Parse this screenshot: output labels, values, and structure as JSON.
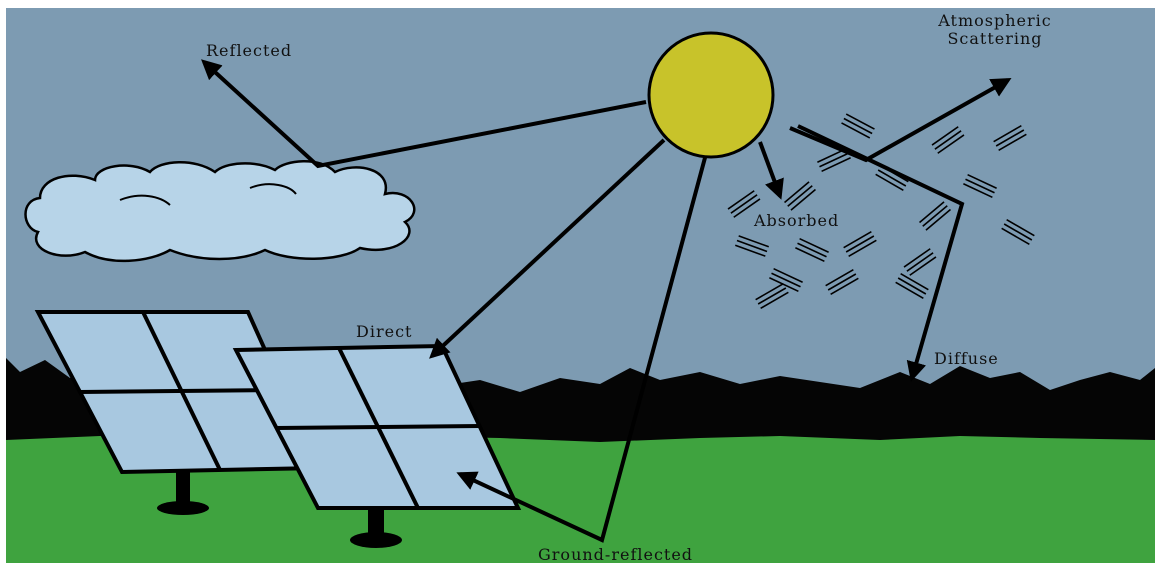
{
  "labels": {
    "reflected": "Reflected",
    "atmospheric_line1": "Atmospheric",
    "atmospheric_line2": "Scattering",
    "absorbed": "Absorbed",
    "direct": "Direct",
    "diffuse": "Diffuse",
    "ground_reflected": "Ground-reflected"
  },
  "colors": {
    "sky": "#7d9bb2",
    "ground": "#3fa33f",
    "mountains": "#050505",
    "sun": "#c8c32a",
    "cloud": "#b7d4e8",
    "panel": "#a8c8e0",
    "stroke": "#000000"
  }
}
